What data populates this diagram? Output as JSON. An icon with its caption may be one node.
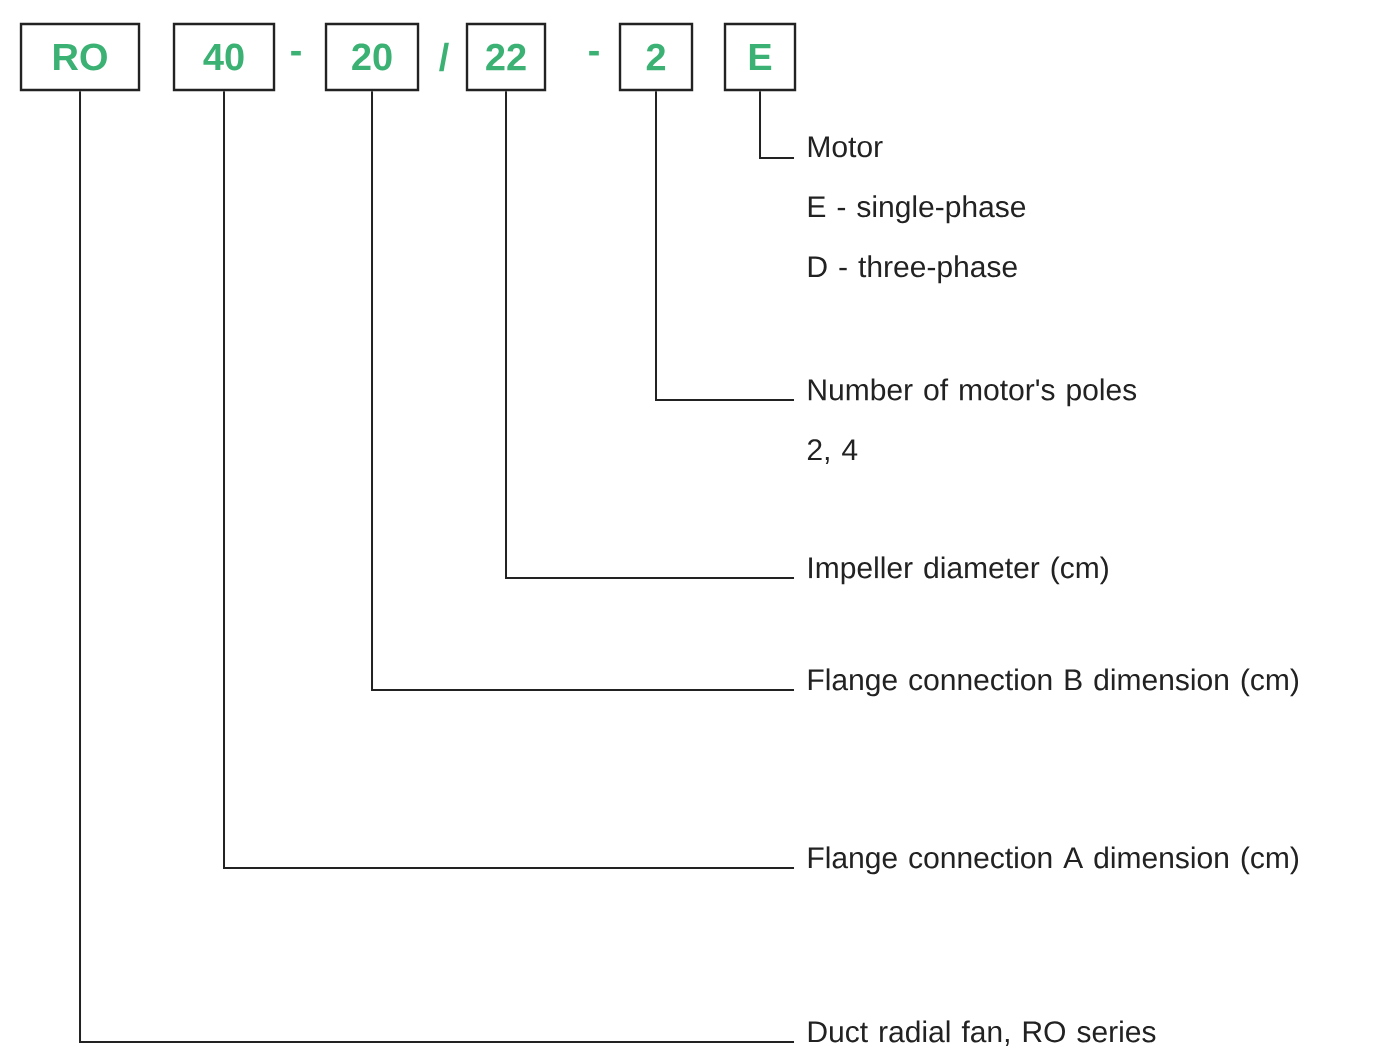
{
  "diagram": {
    "nodes": [
      {
        "text": [
          "RO"
        ]
      },
      {
        "text": [
          "40"
        ]
      },
      {
        "text": [
          "20"
        ]
      },
      {
        "text": [
          "22"
        ]
      },
      {
        "text": [
          "2"
        ]
      },
      {
        "text": [
          "E"
        ]
      },
      {
        "text": [
          "Motor",
          "E - single-phase",
          "D - three-phase"
        ]
      },
      {
        "text": [
          "Number of motor's poles",
          "2, 4"
        ]
      },
      {
        "text": [
          "Impeller diameter (cm)"
        ]
      },
      {
        "text": [
          "Flange connection B dimension (cm)"
        ]
      },
      {
        "text": [
          "Flange connection A dimension (cm)"
        ]
      },
      {
        "text": [
          "Duct radial fan, RO series"
        ]
      }
    ],
    "edges": [
      {
        "from": 5,
        "to": 6,
        "arrow": "none"
      },
      {
        "from": 4,
        "to": 7,
        "arrow": "none"
      },
      {
        "from": 3,
        "to": 8,
        "arrow": "none"
      },
      {
        "from": 2,
        "to": 9,
        "arrow": "none"
      },
      {
        "from": 1,
        "to": 10,
        "arrow": "none"
      },
      {
        "from": 0,
        "to": 11,
        "arrow": "none"
      }
    ],
    "labels": [
      "-",
      "/",
      "-"
    ]
  }
}
